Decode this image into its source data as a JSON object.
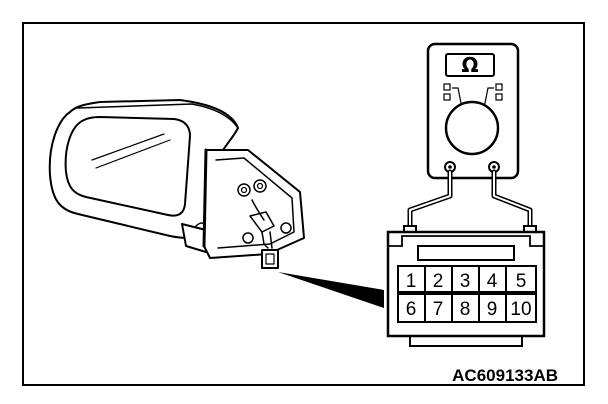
{
  "meter": {
    "unit_symbol": "Ω"
  },
  "connector": {
    "top_row": [
      "1",
      "2",
      "3",
      "4",
      "5"
    ],
    "bottom_row": [
      "6",
      "7",
      "8",
      "9",
      "10"
    ]
  },
  "figure_code": "AC609133AB",
  "colors": {
    "line": "#000000",
    "background": "#ffffff"
  }
}
